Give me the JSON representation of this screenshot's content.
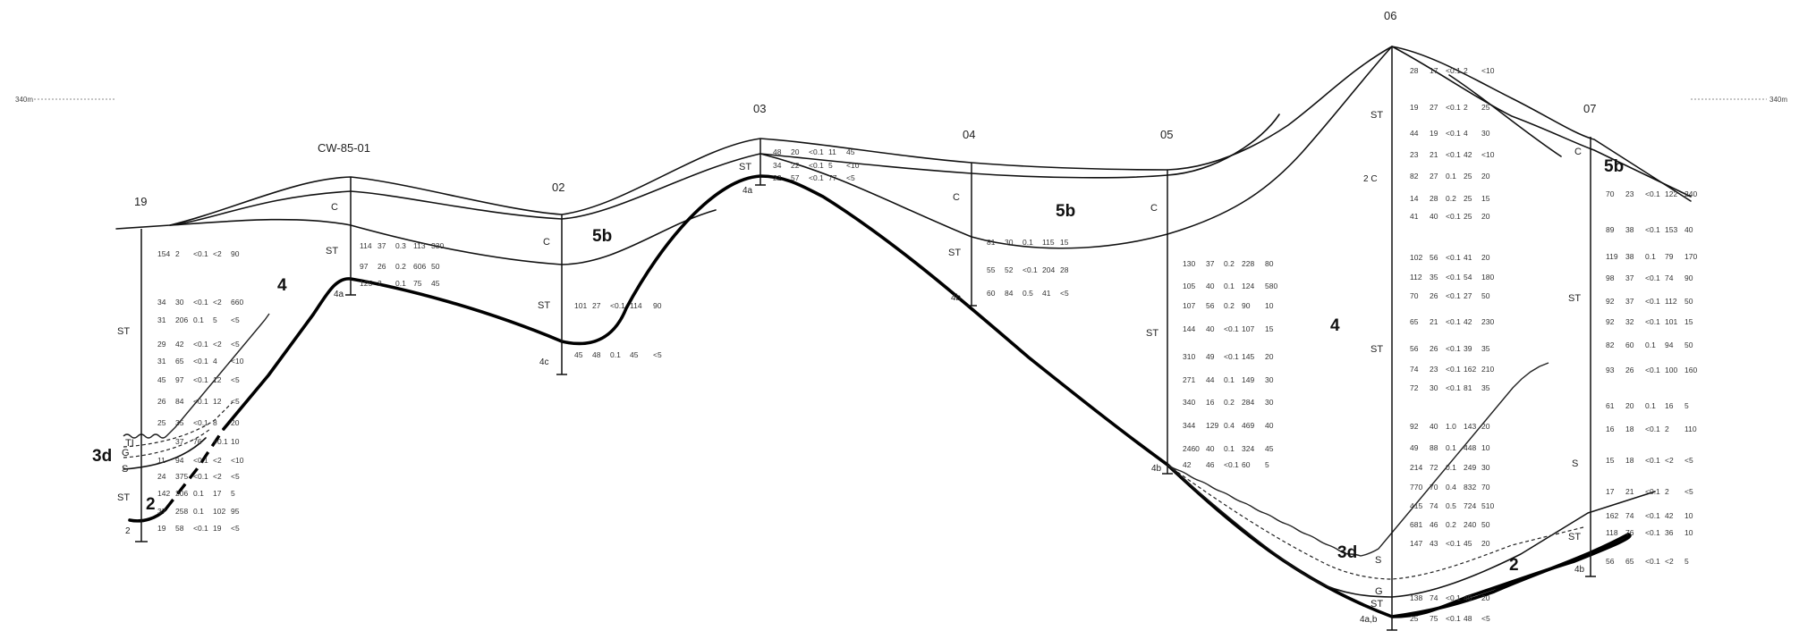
{
  "boreholes": [
    {
      "id": "19",
      "label": "19"
    },
    {
      "id": "CW-85-01",
      "label": "CW-85-01"
    },
    {
      "id": "02",
      "label": "02"
    },
    {
      "id": "03",
      "label": "03"
    },
    {
      "id": "04",
      "label": "04"
    },
    {
      "id": "05",
      "label": "05"
    },
    {
      "id": "06",
      "label": "06"
    },
    {
      "id": "07",
      "label": "07"
    }
  ],
  "scale": {
    "left": "340m",
    "right": "340m"
  },
  "units": {
    "u4": "4",
    "u5b": "5b",
    "u3d": "3d",
    "u2": "2"
  },
  "strata": {
    "C": "C",
    "ST": "ST",
    "S": "S",
    "G": "G",
    "TI": "TI"
  },
  "depth_marks": {
    "d2": "2",
    "d4a_cw": "4a",
    "d4c": "4c",
    "d4a_03": "4a",
    "d4b_04": "4b",
    "d4b_05": "4b",
    "d4ab_06": "4a,b",
    "d4b_07": "4b",
    "c2_06": "2 C"
  },
  "analyses": {
    "b19": [
      [
        "154",
        "2",
        "<0.1",
        "<2",
        "90"
      ],
      [
        "34",
        "30",
        "<0.1",
        "<2",
        "660"
      ],
      [
        "31",
        "206",
        "0.1",
        "5",
        "<5"
      ],
      [
        "29",
        "42",
        "<0.1",
        "<2",
        "<5"
      ],
      [
        "31",
        "65",
        "<0.1",
        "4",
        "<10"
      ],
      [
        "45",
        "97",
        "<0.1",
        "12",
        "<5"
      ],
      [
        "26",
        "84",
        "<0.1",
        "12",
        "<5"
      ],
      [
        "25",
        "35",
        "<0.1",
        "8",
        "20"
      ],
      [
        "",
        "37",
        "76",
        "<0.1",
        "10"
      ],
      [
        "11",
        "94",
        "<0.1",
        "<2",
        "<10"
      ],
      [
        "24",
        "375",
        "<0.1",
        "<2",
        "<5"
      ],
      [
        "142",
        "206",
        "0.1",
        "17",
        "5"
      ],
      [
        "37",
        "258",
        "0.1",
        "102",
        "95"
      ],
      [
        "19",
        "58",
        "<0.1",
        "19",
        "<5"
      ]
    ],
    "bcw": [
      [
        "114",
        "37",
        "0.3",
        "113",
        "330"
      ],
      [
        "97",
        "26",
        "0.2",
        "606",
        "50"
      ],
      [
        "125",
        "2",
        "0.1",
        "75",
        "45"
      ]
    ],
    "b02": [
      [
        "101",
        "27",
        "<0.1",
        "114",
        "90"
      ],
      [
        "45",
        "48",
        "0.1",
        "45",
        "<5"
      ]
    ],
    "b03": [
      [
        "48",
        "20",
        "<0.1",
        "11",
        "45"
      ],
      [
        "34",
        "22",
        "<0.1",
        "5",
        "<10"
      ],
      [
        "22",
        "57",
        "<0.1",
        "77",
        "<5"
      ]
    ],
    "b04": [
      [
        "81",
        "30",
        "0.1",
        "115",
        "15"
      ],
      [
        "55",
        "52",
        "<0.1",
        "204",
        "28"
      ],
      [
        "60",
        "84",
        "0.5",
        "41",
        "<5"
      ]
    ],
    "b05": [
      [
        "130",
        "37",
        "0.2",
        "228",
        "80"
      ],
      [
        "105",
        "40",
        "0.1",
        "124",
        "580"
      ],
      [
        "107",
        "56",
        "0.2",
        "90",
        "10"
      ],
      [
        "144",
        "40",
        "<0.1",
        "107",
        "15"
      ],
      [
        "310",
        "49",
        "<0.1",
        "145",
        "20"
      ],
      [
        "271",
        "44",
        "0.1",
        "149",
        "30"
      ],
      [
        "340",
        "16",
        "0.2",
        "284",
        "30"
      ],
      [
        "344",
        "129",
        "0.4",
        "469",
        "40"
      ],
      [
        "2460",
        "40",
        "0.1",
        "324",
        "45"
      ],
      [
        "42",
        "46",
        "<0.1",
        "60",
        "5"
      ]
    ],
    "b06": [
      [
        "28",
        "17",
        "<0.1",
        "2",
        "<10"
      ],
      [
        "19",
        "27",
        "<0.1",
        "2",
        "25"
      ],
      [
        "44",
        "19",
        "<0.1",
        "4",
        "30"
      ],
      [
        "23",
        "21",
        "<0.1",
        "42",
        "<10"
      ],
      [
        "82",
        "27",
        "0.1",
        "25",
        "20"
      ],
      [
        "14",
        "28",
        "0.2",
        "25",
        "15"
      ],
      [
        "41",
        "40",
        "<0.1",
        "25",
        "20"
      ],
      [
        "102",
        "56",
        "<0.1",
        "41",
        "20"
      ],
      [
        "112",
        "35",
        "<0.1",
        "54",
        "180"
      ],
      [
        "70",
        "26",
        "<0.1",
        "27",
        "50"
      ],
      [
        "65",
        "21",
        "<0.1",
        "42",
        "230"
      ],
      [
        "56",
        "26",
        "<0.1",
        "39",
        "35"
      ],
      [
        "74",
        "23",
        "<0.1",
        "162",
        "210"
      ],
      [
        "72",
        "30",
        "<0.1",
        "81",
        "35"
      ],
      [
        "92",
        "40",
        "1.0",
        "143",
        "20"
      ],
      [
        "49",
        "88",
        "0.1",
        "448",
        "10"
      ],
      [
        "214",
        "72",
        "0.1",
        "249",
        "30"
      ],
      [
        "770",
        "70",
        "0.4",
        "832",
        "70"
      ],
      [
        "415",
        "74",
        "0.5",
        "724",
        "510"
      ],
      [
        "681",
        "46",
        "0.2",
        "240",
        "50"
      ],
      [
        "147",
        "43",
        "<0.1",
        "45",
        "20"
      ],
      [
        "138",
        "74",
        "<0.1",
        "40",
        "20"
      ],
      [
        "25",
        "75",
        "<0.1",
        "48",
        "<5"
      ]
    ],
    "b07": [
      [
        "70",
        "23",
        "<0.1",
        "122",
        "240"
      ],
      [
        "89",
        "38",
        "<0.1",
        "153",
        "40"
      ],
      [
        "119",
        "38",
        "0.1",
        "79",
        "170"
      ],
      [
        "98",
        "37",
        "<0.1",
        "74",
        "90"
      ],
      [
        "92",
        "37",
        "<0.1",
        "112",
        "50"
      ],
      [
        "92",
        "32",
        "<0.1",
        "101",
        "15"
      ],
      [
        "82",
        "60",
        "0.1",
        "94",
        "50"
      ],
      [
        "93",
        "26",
        "<0.1",
        "100",
        "160"
      ],
      [
        "61",
        "20",
        "0.1",
        "16",
        "5"
      ],
      [
        "16",
        "18",
        "<0.1",
        "2",
        "110"
      ],
      [
        "15",
        "18",
        "<0.1",
        "<2",
        "<5"
      ],
      [
        "17",
        "21",
        "<0.1",
        "2",
        "<5"
      ],
      [
        "162",
        "74",
        "<0.1",
        "42",
        "10"
      ],
      [
        "118",
        "76",
        "<0.1",
        "36",
        "10"
      ],
      [
        "56",
        "65",
        "<0.1",
        "<2",
        "5"
      ]
    ]
  }
}
